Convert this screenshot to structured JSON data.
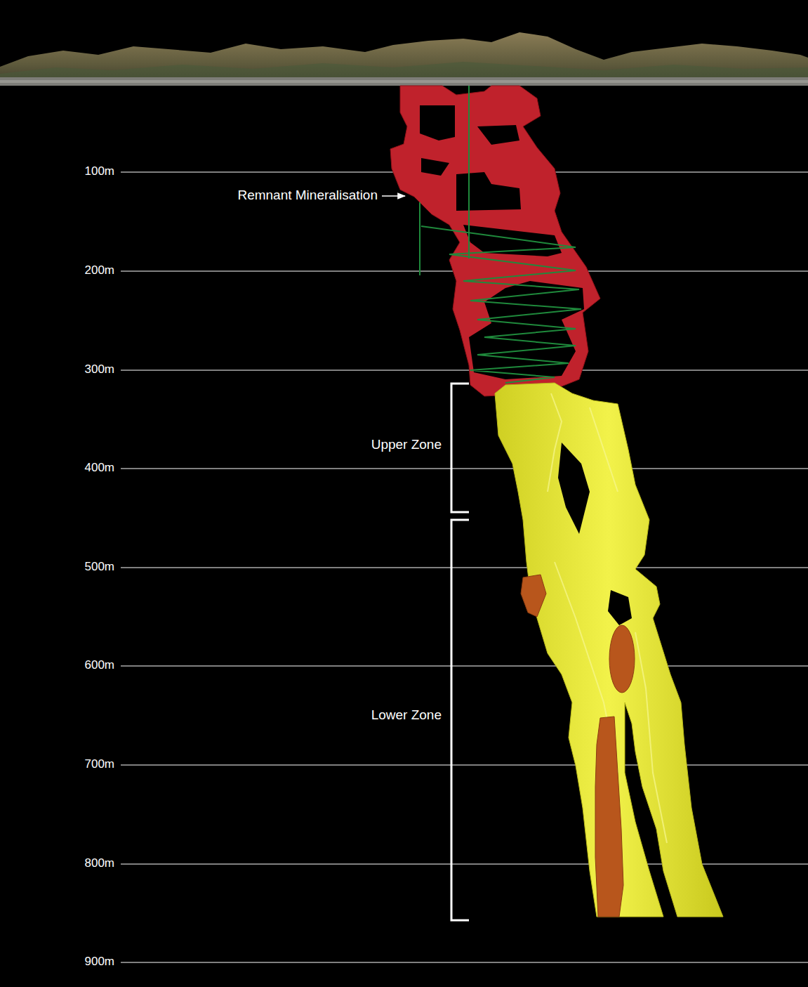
{
  "diagram": {
    "labels": [
      "100m",
      "200m",
      "300m",
      "400m",
      "500m",
      "600m",
      "700m",
      "800m",
      "900m",
      "Remnant Mineralisation",
      "Upper Zone",
      "Lower Zone"
    ]
  }
}
